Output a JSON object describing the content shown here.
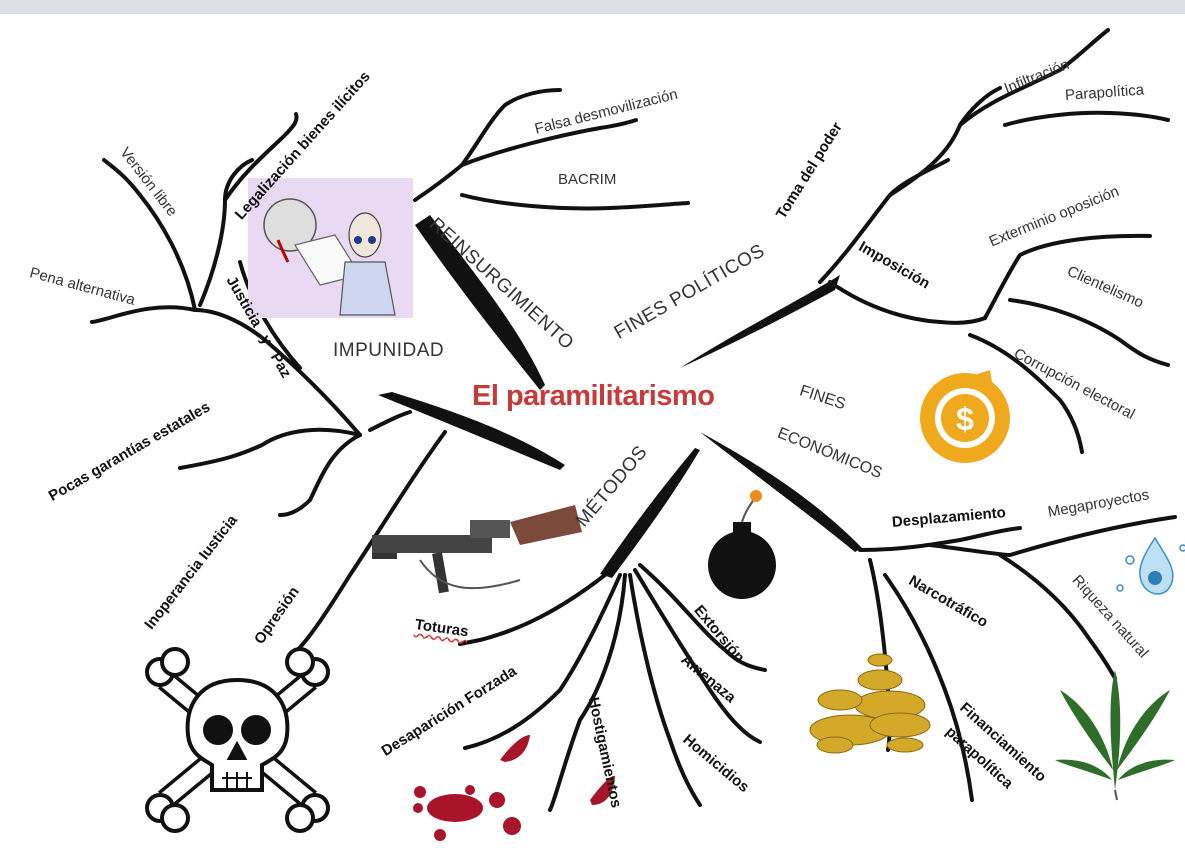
{
  "title": "El paramilitarismo",
  "labels": {
    "impunidad": "IMPUNIDAD",
    "reinsurgimiento": "REINSURGIMIENTO",
    "fines_politicos": "FINES POLÍTICOS",
    "fines": "FINES",
    "economicos": "ECONÓMICOS",
    "metodos": "MÉTODOS",
    "version_libre": "Versión libre",
    "pena_alternativa": "Pena alternativa",
    "legalizacion": "Legalización bienes ilícitos",
    "justicia_paz": "Justicia y Paz",
    "pocas_garantias": "Pocas garantías estatales",
    "inoperancia": "Inoperancia Iusticia",
    "opresion": "Opresión",
    "falsa_desmov": "Falsa desmovilización",
    "bacrim": "BACRIM",
    "toma_poder": "Toma del poder",
    "infiltracion": "Infiltración",
    "parapolitica": "Parapolítica",
    "imposicion": "Imposición",
    "exterminio": "Exterminio oposición",
    "clientelismo": "Clientelismo",
    "corrupcion": "Corrupción electoral",
    "desplazamiento": "Desplazamiento",
    "megaproyectos": "Megaproyectos",
    "riqueza": "Riqueza natural",
    "narcotrafico": "Narcotráfico",
    "financiamiento": "Financiamiento",
    "parapolitica2": "parapolítica",
    "toturas": "Toturas",
    "desaparicion": "Desaparición Forzada",
    "hostigamientos": "Hostigamientos",
    "amenaza": "Amenaza",
    "extorsion": "Extorsión",
    "homicidios": "Homicidios"
  },
  "icons": [
    "cartoon-figure-image",
    "rifle-icon",
    "skull-crossbones-icon",
    "bomb-icon",
    "blood-drops-icon",
    "gold-coins-icon",
    "cannabis-leaf-icon",
    "dollar-coin-icon",
    "water-drop-icon"
  ],
  "colors": {
    "title": "#c83a3a",
    "lines": "#111111",
    "coin": "#f0a81c"
  }
}
